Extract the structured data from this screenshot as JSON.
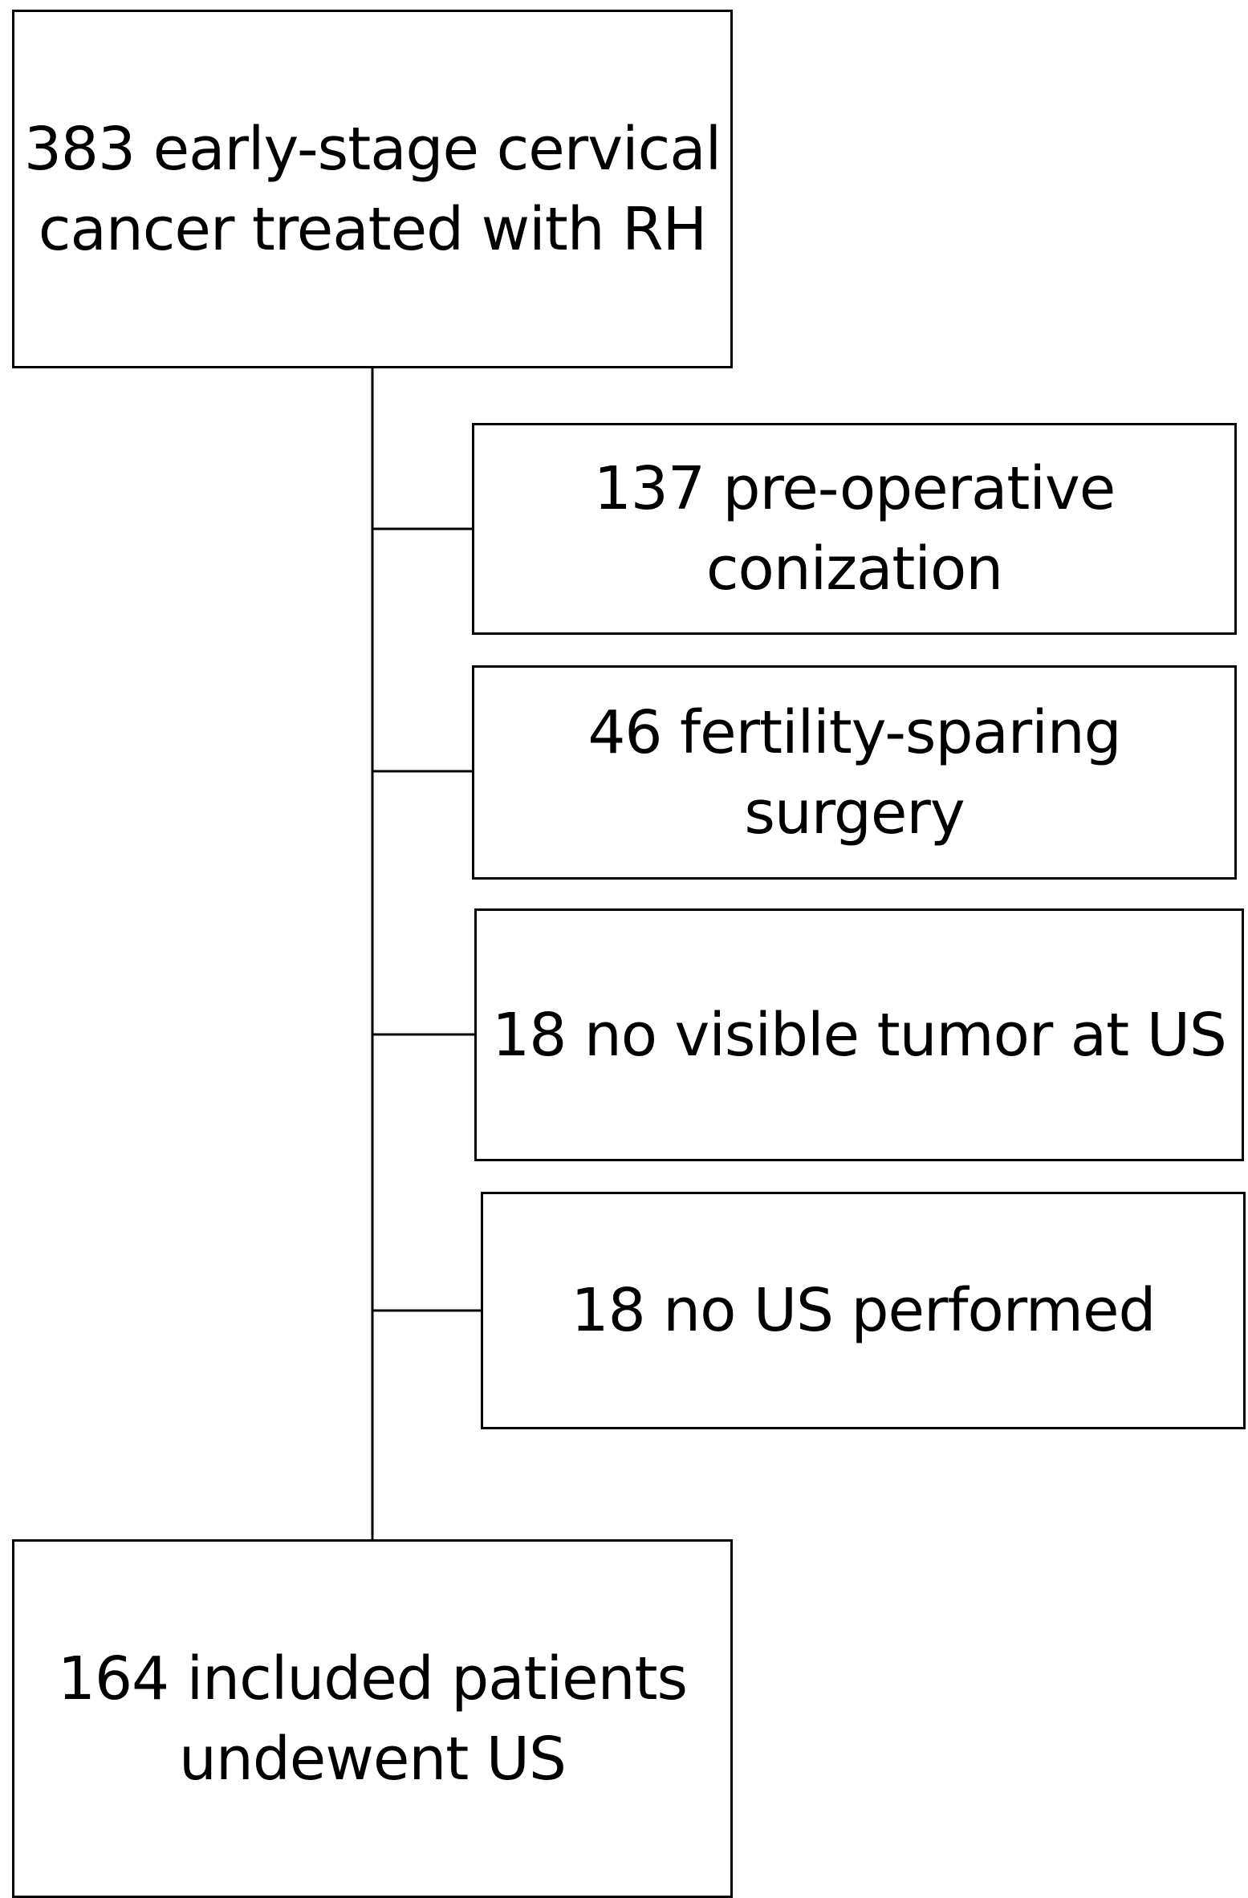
{
  "diagram": {
    "top_box": {
      "line1": "383 early-stage cervical",
      "line2": "cancer treated with RH"
    },
    "exclusions": [
      {
        "line1": "137 pre-operative",
        "line2": "conization"
      },
      {
        "line1": "46 fertility-sparing",
        "line2": "surgery"
      },
      {
        "line1": "18 no visible tumor at US",
        "line2": ""
      },
      {
        "line1": "18 no US performed",
        "line2": ""
      }
    ],
    "bottom_box": {
      "line1": "164 included patients",
      "line2": "undewent US"
    },
    "colors": {
      "stroke": "#000000",
      "background": "#ffffff"
    }
  }
}
